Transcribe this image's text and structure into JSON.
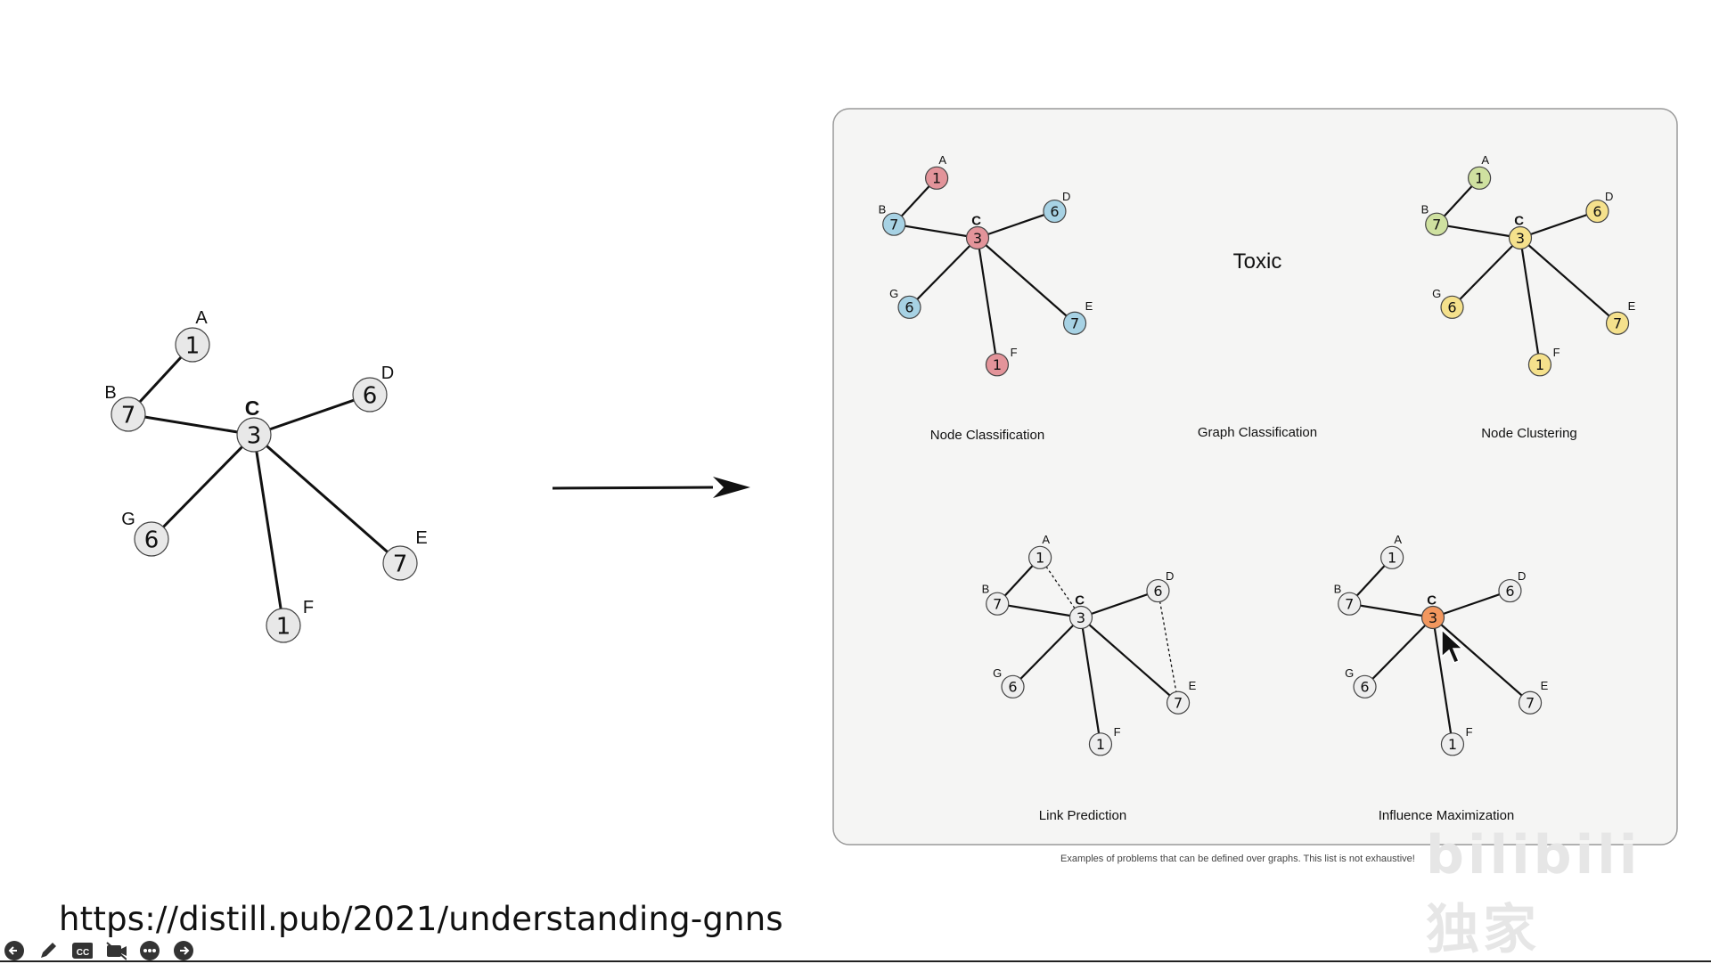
{
  "source_graph": {
    "nodes": [
      {
        "id": "A",
        "value": "1"
      },
      {
        "id": "B",
        "value": "7"
      },
      {
        "id": "C",
        "value": "3"
      },
      {
        "id": "D",
        "value": "6"
      },
      {
        "id": "E",
        "value": "7"
      },
      {
        "id": "F",
        "value": "1"
      },
      {
        "id": "G",
        "value": "6"
      }
    ],
    "edges": [
      [
        "A",
        "B"
      ],
      [
        "B",
        "C"
      ],
      [
        "C",
        "D"
      ],
      [
        "C",
        "E"
      ],
      [
        "C",
        "F"
      ],
      [
        "C",
        "G"
      ]
    ]
  },
  "panel": {
    "toxic_label": "Toxic",
    "titles": {
      "node_classification": "Node Classification",
      "graph_classification": "Graph Classification",
      "node_clustering": "Node Clustering",
      "link_prediction": "Link Prediction",
      "influence_maximization": "Influence Maximization"
    },
    "colors": {
      "node_classification": {
        "A": "#e3949a",
        "B": "#a7d2e4",
        "C": "#e3949a",
        "D": "#a7d2e4",
        "E": "#a7d2e4",
        "F": "#e3949a",
        "G": "#a7d2e4"
      },
      "node_clustering": {
        "A": "#cfe1a0",
        "B": "#cfe1a0",
        "C": "#f5e18c",
        "D": "#f5e18c",
        "E": "#f5e18c",
        "F": "#f5e18c",
        "G": "#f5e18c"
      },
      "link_prediction": {
        "A": "#eeeeee",
        "B": "#eeeeee",
        "C": "#eeeeee",
        "D": "#eeeeee",
        "E": "#eeeeee",
        "F": "#eeeeee",
        "G": "#eeeeee"
      },
      "influence_maximization": {
        "A": "#eeeeee",
        "B": "#eeeeee",
        "C": "#f2975e",
        "D": "#eeeeee",
        "E": "#eeeeee",
        "F": "#eeeeee",
        "G": "#eeeeee"
      }
    },
    "predicted_links": [
      [
        "A",
        "C"
      ],
      [
        "D",
        "E"
      ]
    ],
    "caption": "Examples of problems that can be defined over graphs. This list is not exhaustive!"
  },
  "url_text": "https://distill.pub/2021/understanding-gnns",
  "watermark_text": "bilibili 独家",
  "toolbar": [
    "back-icon",
    "pen-icon",
    "cc-icon",
    "video-off-icon",
    "more-icon",
    "forward-icon"
  ],
  "colors": {
    "node_default": "#e8e8e8",
    "panel_bg": "#f5f5f4",
    "panel_border": "#9a9a9a",
    "ink": "#111111"
  }
}
